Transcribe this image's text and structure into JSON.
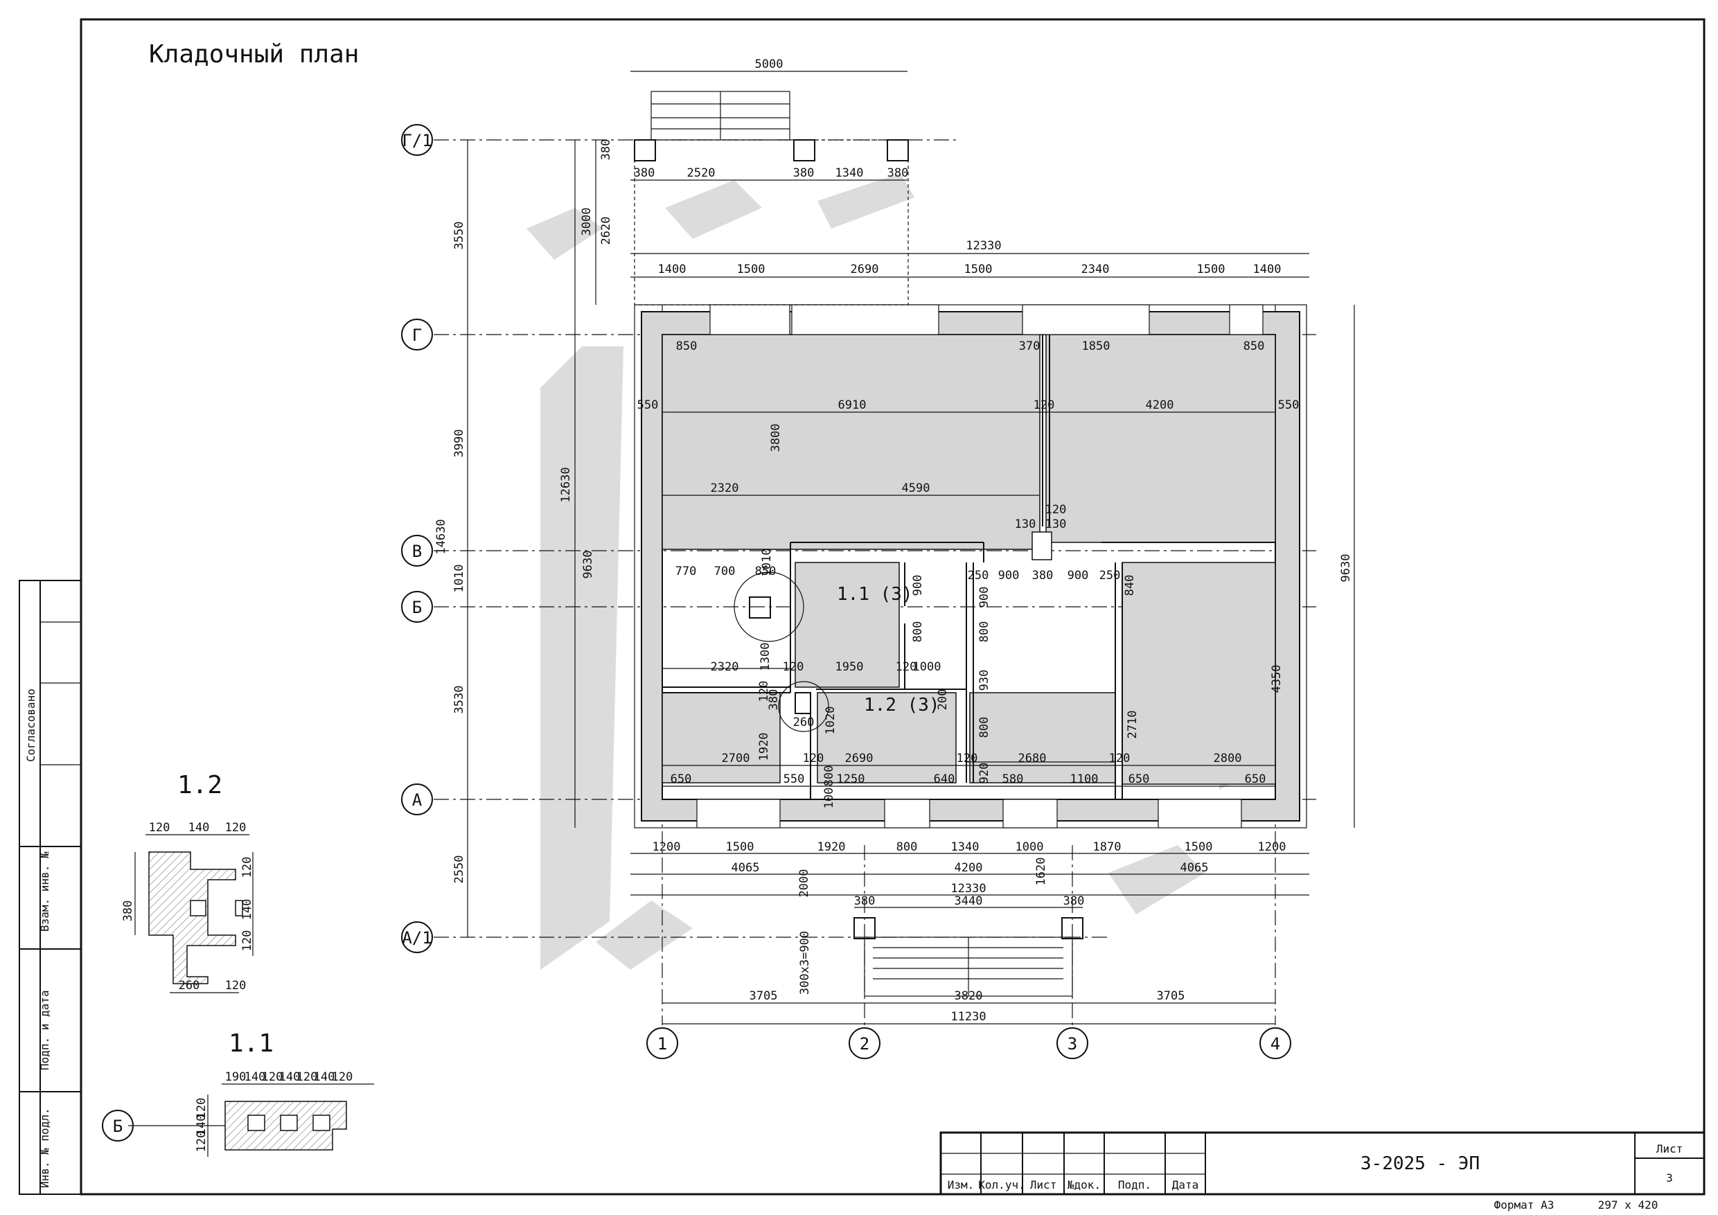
{
  "title": "Кладочный план",
  "axes": {
    "rows": [
      "Г/1",
      "Г",
      "В",
      "Б",
      "А",
      "А/1"
    ],
    "cols": [
      "1",
      "2",
      "3",
      "4"
    ]
  },
  "dims": {
    "top": [
      "5000",
      "380",
      "2520",
      "380",
      "1340",
      "380",
      "12330",
      "1400",
      "1500",
      "2690",
      "1500",
      "2340",
      "1500",
      "1400"
    ],
    "left": [
      "3550",
      "3990",
      "14630",
      "1010",
      "3530",
      "2550",
      "12630",
      "9630",
      "3000",
      "2620",
      "380"
    ],
    "right": [
      "9630"
    ],
    "interior": [
      "850",
      "370",
      "1850",
      "850",
      "550",
      "6910",
      "120",
      "4200",
      "550",
      "3800",
      "2320",
      "4590",
      "130",
      "120",
      "130",
      "770",
      "700",
      "850",
      "1010",
      "250",
      "900",
      "380",
      "900",
      "250",
      "900",
      "840",
      "900",
      "800",
      "800",
      "2320",
      "1300",
      "120",
      "1950",
      "120",
      "1000",
      "930",
      "4350",
      "120",
      "380",
      "200",
      "1020",
      "260",
      "800",
      "2710",
      "1920",
      "2700",
      "120",
      "2690",
      "120",
      "2680",
      "120",
      "2800",
      "650",
      "550",
      "800",
      "1250",
      "640",
      "920",
      "580",
      "1100",
      "650",
      "650",
      "100"
    ],
    "bottom": [
      "1200",
      "1500",
      "1920",
      "800",
      "1340",
      "1000",
      "1870",
      "1500",
      "1200",
      "4065",
      "4200",
      "4065",
      "12330",
      "2000",
      "1620",
      "380",
      "3440",
      "380",
      "300x3=900",
      "3705",
      "3820",
      "3705",
      "11230"
    ]
  },
  "callouts": [
    "1.1 (3)",
    "1.2 (3)"
  ],
  "details": {
    "d12": {
      "title": "1.2",
      "dims": [
        "120",
        "140",
        "120",
        "120",
        "380",
        "140",
        "120",
        "260",
        "120"
      ]
    },
    "d11": {
      "title": "1.1",
      "dims": [
        "190",
        "140",
        "120",
        "140",
        "120",
        "140",
        "120",
        "120",
        "140",
        "120"
      ],
      "axis": "Б"
    }
  },
  "sidebar": {
    "agreed": "Согласовано",
    "inv_swap": "Взам. инв. №",
    "sign_date": "Подп. и дата",
    "inv_orig": "Инв. № подл."
  },
  "titleblock": {
    "cols": [
      "Изм.",
      "Кол.уч.",
      "Лист",
      "№док.",
      "Подп.",
      "Дата"
    ],
    "code": "3-2025 - ЭП",
    "sheet_label": "Лист",
    "sheet_no": "3",
    "format": "Формат А3",
    "size": "297 x 420"
  }
}
